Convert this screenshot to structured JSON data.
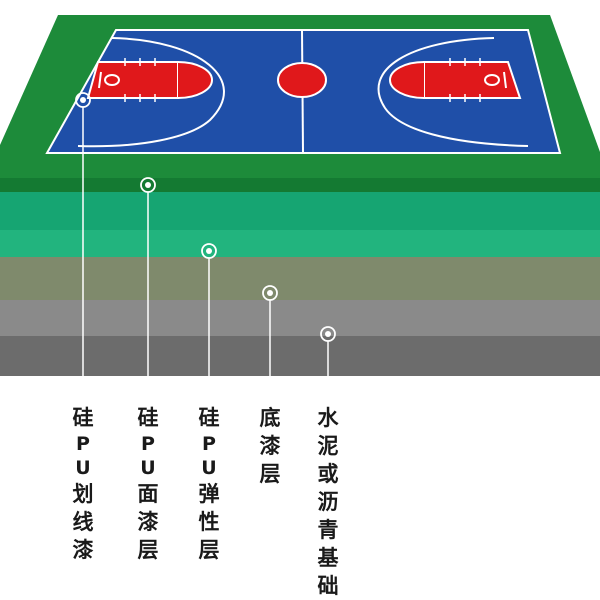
{
  "layers": [
    {
      "id": "line-paint",
      "label": "硅PU划线漆"
    },
    {
      "id": "top-coat",
      "label": "硅PU面漆层"
    },
    {
      "id": "elastic",
      "label": "硅PU弹性层"
    },
    {
      "id": "primer",
      "label": "底漆层"
    },
    {
      "id": "base",
      "label": "水泥或沥青基础"
    }
  ],
  "colors": {
    "surround": "#1d8b3a",
    "court": "#1f4fa8",
    "key": "#e0181b",
    "court_lines": "#ffffff",
    "surface_edge": "#0d6e2c",
    "topcoat_layer": "#16a572",
    "topcoat_layer_light": "#22b47e",
    "elastic_layer": "#7f8a6c",
    "primer_layer": "#8a8a8a",
    "base_layer": "#6c6c6c",
    "leader": "#ffffff",
    "label_text": "#1a1a1a"
  }
}
